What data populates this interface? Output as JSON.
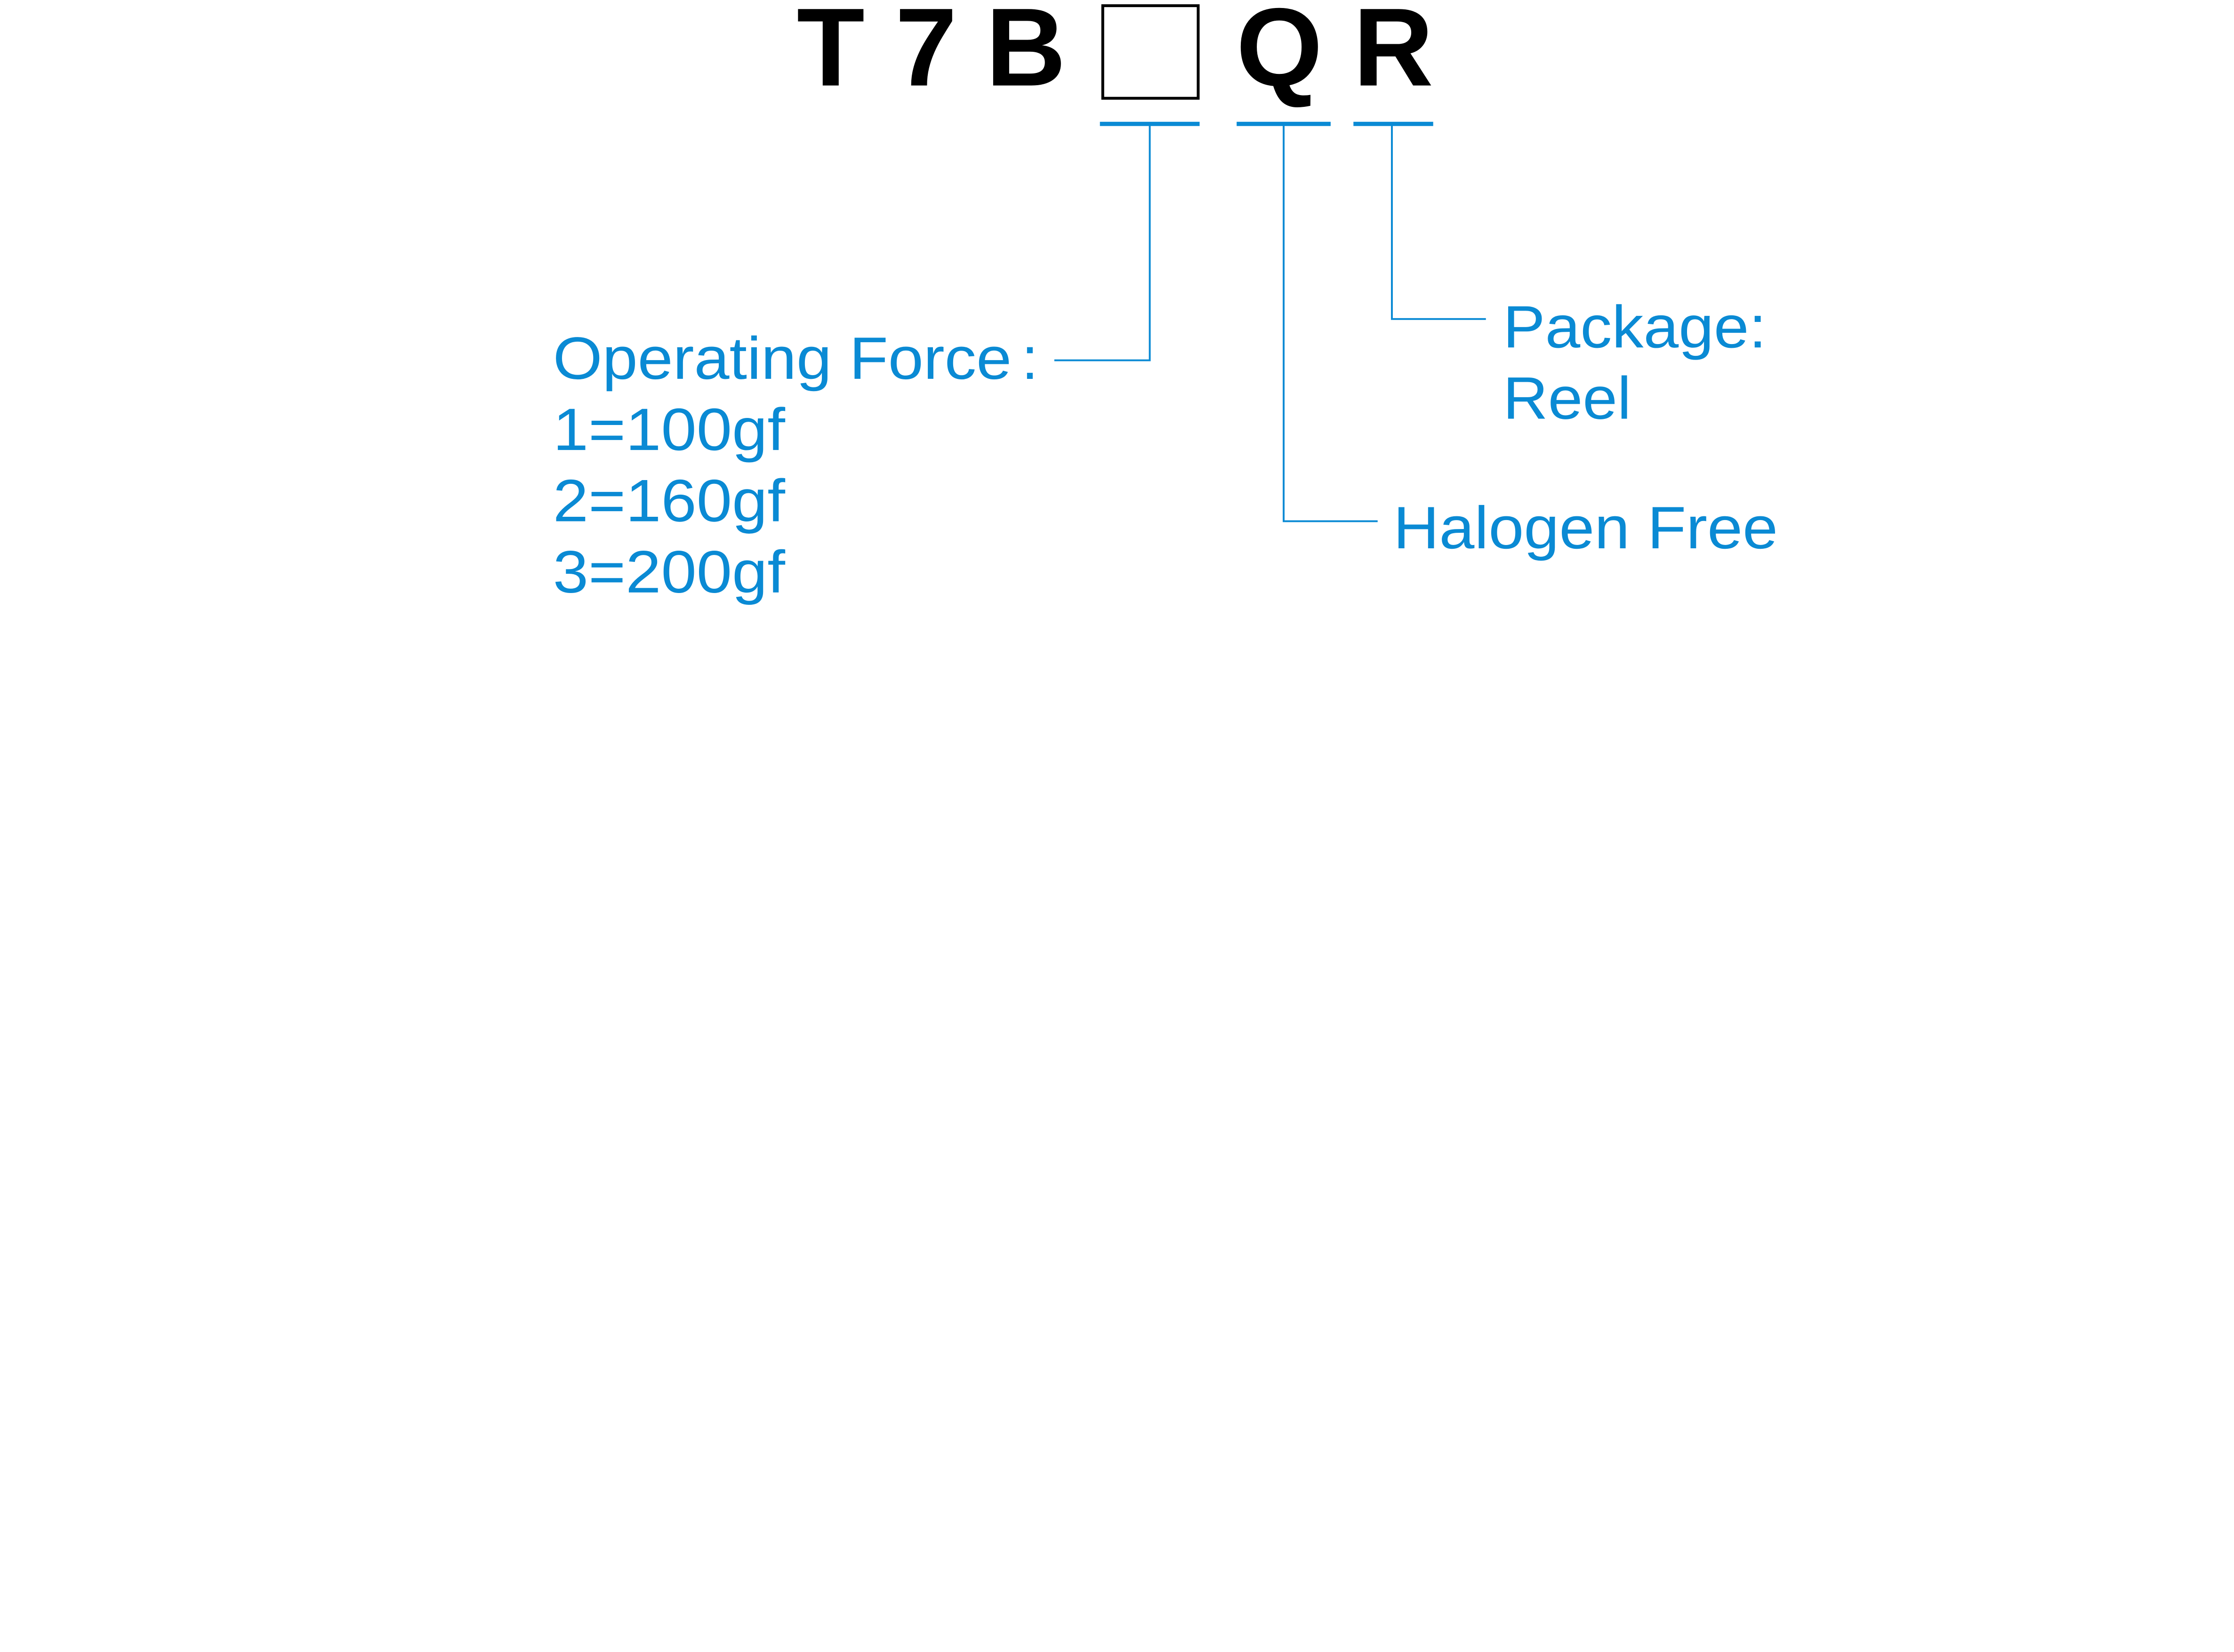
{
  "part_code": {
    "chars": [
      "T",
      "7",
      "B",
      "Q",
      "R"
    ],
    "placeholder_box": "empty"
  },
  "callouts": {
    "operating_force": {
      "title": "Operating Force",
      "colon": ":",
      "options": [
        "1=100gf",
        "2=160gf",
        "3=200gf"
      ]
    },
    "halogen_free": {
      "label": "Halogen Free"
    },
    "package": {
      "title": "Package:",
      "value": "Reel"
    }
  },
  "colors": {
    "accent": "#0a8ad4",
    "code": "#000000"
  }
}
